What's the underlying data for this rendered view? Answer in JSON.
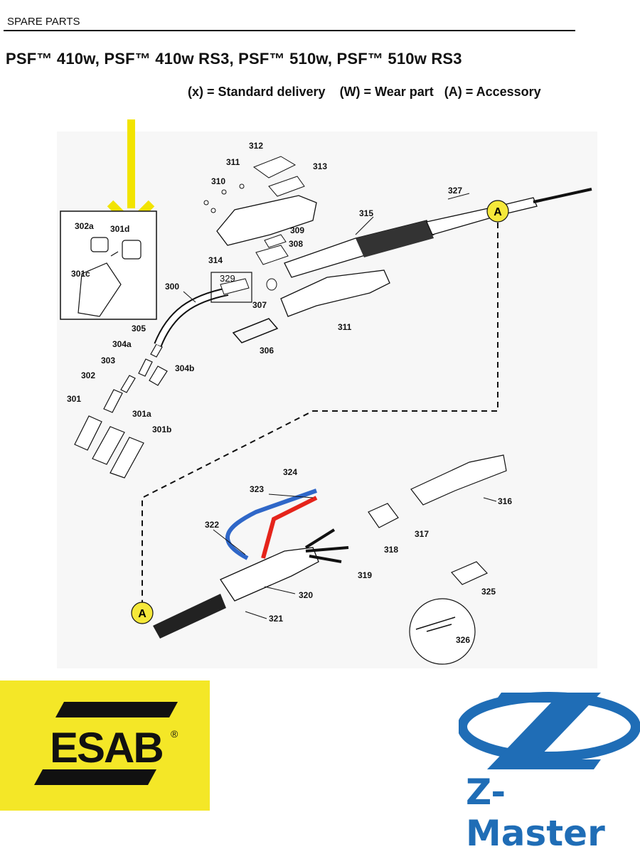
{
  "header": {
    "section": "SPARE PARTS",
    "title": "PSF™ 410w, PSF™ 410w RS3, PSF™ 510w, PSF™ 510w RS3",
    "legend": "(x) = Standard delivery    (W) = Wear part   (A) = Accessory"
  },
  "diagram": {
    "parts": {
      "p300": "300",
      "p301": "301",
      "p301a": "301a",
      "p301b": "301b",
      "p301c": "301c",
      "p301d": "301d",
      "p302": "302",
      "p302a": "302a",
      "p303": "303",
      "p304a": "304a",
      "p304b": "304b",
      "p305": "305",
      "p306": "306",
      "p307": "307",
      "p308": "308",
      "p309": "309",
      "p310": "310",
      "p311_top": "311",
      "p311_bottom": "311",
      "p312": "312",
      "p313": "313",
      "p314": "314",
      "p315": "315",
      "p316": "316",
      "p317": "317",
      "p318": "318",
      "p319": "319",
      "p320": "320",
      "p321": "321",
      "p322": "322",
      "p323": "323",
      "p324": "324",
      "p325": "325",
      "p326": "326",
      "p327": "327",
      "p329": "329"
    },
    "connector_top": "A",
    "connector_bottom": "A",
    "colors": {
      "highlight_arrow": "#f2e400",
      "cable_blue": "#2f67c8",
      "cable_red": "#e5241b",
      "connector_fill": "#f5e83a"
    }
  },
  "logos": {
    "esab": {
      "text": "ESAB",
      "mark": "®",
      "background": "#f4e727"
    },
    "zmaster": {
      "text": "Z-Master",
      "color": "#1f6db6"
    }
  }
}
